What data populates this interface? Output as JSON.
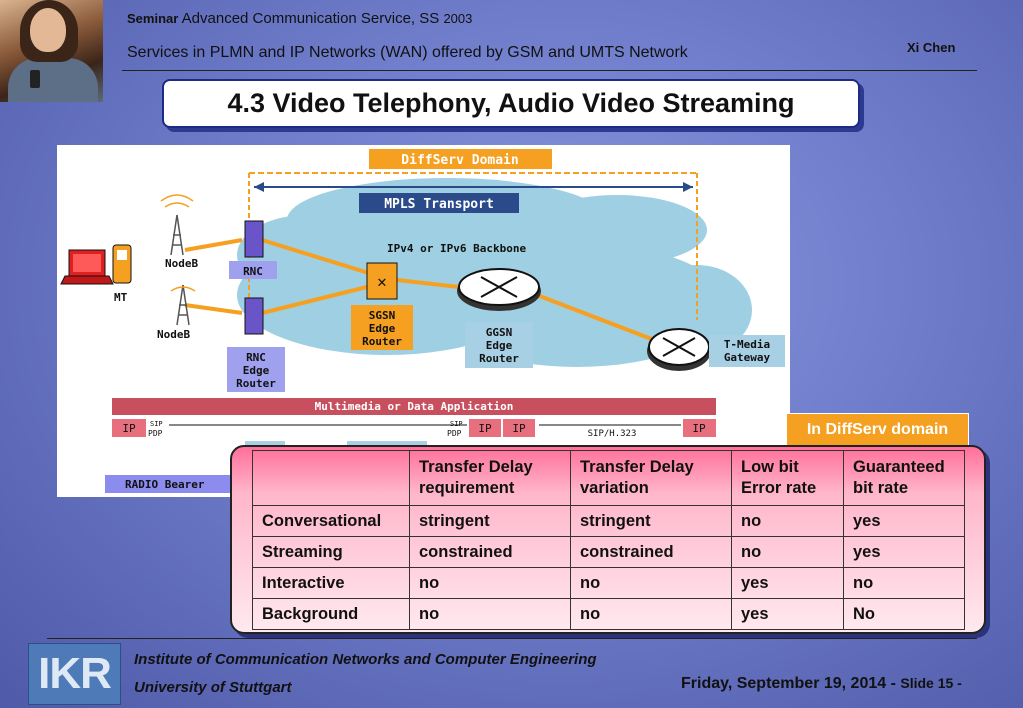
{
  "header": {
    "seminar_label": "Seminar",
    "course": "Advanced Communication Service, SS",
    "year": "2003",
    "subtitle": "Services in PLMN and IP Networks (WAN) offered by GSM and UMTS Network",
    "author": "Xi Chen"
  },
  "title": "4.3 Video Telephony, Audio Video Streaming",
  "diagram": {
    "diffserv_domain": "DiffServ Domain",
    "mpls_transport": "MPLS Transport",
    "backbone": "IPv4 or IPv6 Backbone",
    "nodeb_top": "NodeB",
    "nodeb_bottom": "NodeB",
    "mt": "MT",
    "rnc": "RNC",
    "rnc_edge_router": [
      "RNC",
      "Edge",
      "Router"
    ],
    "sgsn_edge_router": [
      "SGSN",
      "Edge",
      "Router"
    ],
    "ggsn_edge_router": [
      "GGSN",
      "Edge",
      "Router"
    ],
    "tmedia_gateway": [
      "T-Media",
      "Gateway"
    ],
    "multimedia_app": "Multimedia or Data Application",
    "ip": "IP",
    "sip": "SIP",
    "pdp": "PDP",
    "sip_h323": "SIP/H.323",
    "radio_bearer": "RADIO Bearer",
    "colors": {
      "cloud": "#9ecfe2",
      "accent_orange": "#f5a020",
      "label_blue": "#2b4a8a",
      "bar_red": "#c8505e"
    }
  },
  "in_diffserv_label": "In DiffServ domain",
  "table": {
    "headers": [
      "",
      "Transfer Delay requirement",
      "Transfer Delay variation",
      "Low bit Error rate",
      "Guaranteed bit rate"
    ],
    "rows": [
      [
        "Conversational",
        "stringent",
        "stringent",
        "no",
        "yes"
      ],
      [
        "Streaming",
        "constrained",
        "constrained",
        "no",
        "yes"
      ],
      [
        "Interactive",
        "no",
        "no",
        "yes",
        "no"
      ],
      [
        "Background",
        "no",
        "no",
        "yes",
        "No"
      ]
    ]
  },
  "footer": {
    "logo": "IKR",
    "institute": "Institute of Communication Networks and Computer Engineering",
    "university": "University of Stuttgart",
    "date": "Friday, September 19, 2014 -",
    "slide": "Slide 15 -"
  }
}
